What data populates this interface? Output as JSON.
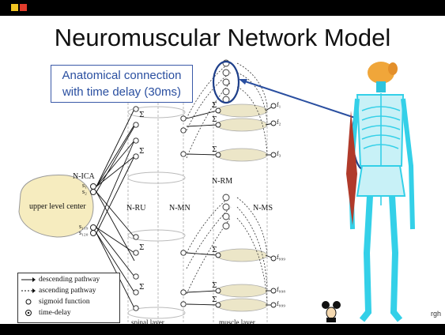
{
  "slide": {
    "title": "Neuromuscular Network Model",
    "callout_line1": "Anatomical connection",
    "callout_line2": "with time delay (30ms)",
    "watermark": "rgh"
  },
  "diagram": {
    "upper_center": "upper level center",
    "n_ica": "N-ICA",
    "n_ru": "N-RU",
    "n_mn": "N-MN",
    "n_rm": "N-RM",
    "n_ms": "N-MS",
    "spinal_layer": "spinal layer",
    "muscle_layer": "muscle layer",
    "s1": "s₁",
    "s2": "s₂",
    "s119": "s₁₁₉",
    "s120": "s₁₂₀",
    "f1": "f₁",
    "f2": "f₂",
    "f3": "f₃",
    "f999": "f₉₉₉",
    "f998": "f₉₉₈",
    "f_last": "f₉₉₉"
  },
  "legend": {
    "descending": "descending pathway",
    "ascending": "ascending pathway",
    "sigmoid": "sigmoid function",
    "delay": "time-delay"
  },
  "colors": {
    "accent_blue": "#2a4fa0",
    "skeleton_cyan": "#34d0e8",
    "brain": "#f0a63a",
    "muscle": "#b03a2a",
    "center_blob": "#f6ecbf"
  }
}
